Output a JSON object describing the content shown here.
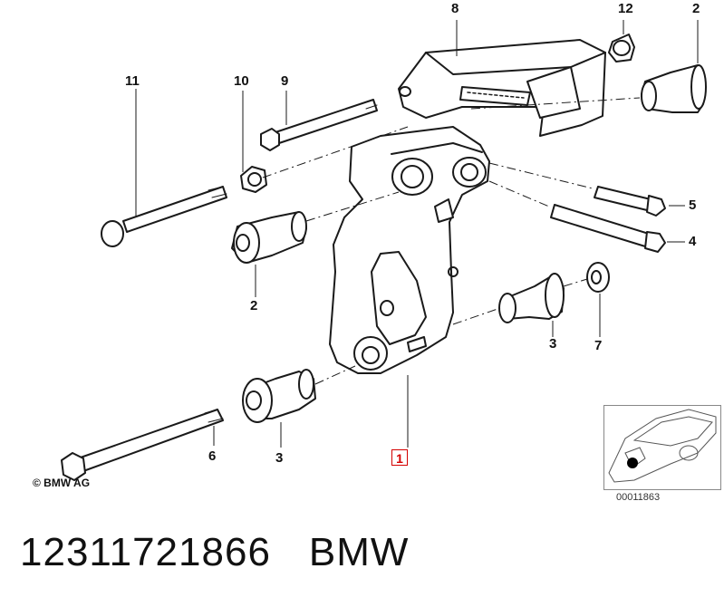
{
  "callouts": {
    "c8": "8",
    "c12": "12",
    "c2_top": "2",
    "c11": "11",
    "c10": "10",
    "c9": "9",
    "c5": "5",
    "c4": "4",
    "c2_mid": "2",
    "c3_right": "3",
    "c7": "7",
    "c6": "6",
    "c3_bottom": "3",
    "c1": "1"
  },
  "copyright": "© BMW AG",
  "thumbnail_code": "00011863",
  "part_number": "12311721866",
  "brand": "BMW",
  "highlight_color": "#d40000"
}
